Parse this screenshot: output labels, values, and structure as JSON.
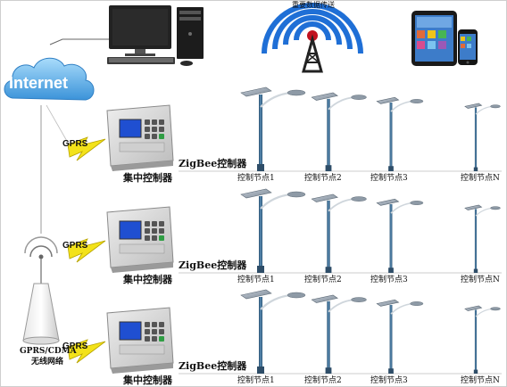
{
  "header": {
    "transmission_label": "重要数据传送"
  },
  "internet_label": "Internet",
  "network": {
    "label_line1": "GPRS/CDMA",
    "label_line2": "无线网络"
  },
  "rows": [
    {
      "gprs": "GPRS",
      "controller": "集中控制器",
      "zigbee": "ZigBee控制器",
      "nodes": [
        "控制节点1",
        "控制节点2",
        "控制节点3",
        "控制节点N"
      ]
    },
    {
      "gprs": "GPRS",
      "controller": "集中控制器",
      "zigbee": "ZigBee控制器",
      "nodes": [
        "控制节点1",
        "控制节点2",
        "控制节点3",
        "控制节点N"
      ]
    },
    {
      "gprs": "GPRS",
      "controller": "集中控制器",
      "zigbee": "ZigBee控制器",
      "nodes": [
        "控制节点1",
        "控制节点2",
        "控制节点3",
        "控制节点N"
      ]
    }
  ],
  "colors": {
    "wifi_blue": "#1f6fd6",
    "cloud_blue": "#4aa7e8",
    "bolt_yellow": "#f3e21a",
    "pole_blue": "#3f6f99",
    "panel_grey": "#9aa6b2",
    "device_grey": "#d8d8d8",
    "screen_blue": "#1f4fd1"
  },
  "icons": [
    "desktop-computer-icon",
    "broadcast-tower-icon",
    "tablet-icon",
    "smartphone-icon",
    "internet-cloud-icon",
    "cell-tower-icon",
    "lightning-bolt-icon",
    "controller-device-icon",
    "solar-street-light-icon"
  ]
}
